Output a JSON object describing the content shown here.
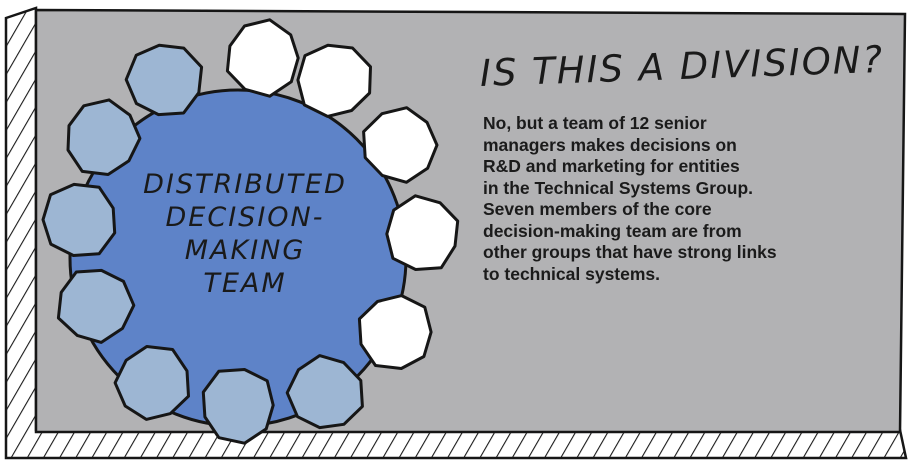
{
  "colors": {
    "panel_gray": "#b2b2b4",
    "frame_dark": "#161616",
    "big_circle": "#5e83c8",
    "member_blue": "#9db6d3",
    "member_white": "#ffffff"
  },
  "heading": "IS THIS A DIVISION?",
  "body": {
    "lines": [
      "No, but a team of 12 senior",
      "managers makes decisions on",
      "R&D and marketing for entities",
      "in the Technical Systems Group.",
      "Seven members of the core",
      "decision-making team are from",
      "other groups that have strong links",
      "to technical systems."
    ]
  },
  "diagram": {
    "center_label_lines": [
      "DISTRIBUTED",
      "DECISION-",
      "MAKING",
      "TEAM"
    ],
    "members": [
      {
        "fill": "member_white"
      },
      {
        "fill": "member_white"
      },
      {
        "fill": "member_white"
      },
      {
        "fill": "member_white"
      },
      {
        "fill": "member_white"
      },
      {
        "fill": "member_blue"
      },
      {
        "fill": "member_blue"
      },
      {
        "fill": "member_blue"
      },
      {
        "fill": "member_blue"
      },
      {
        "fill": "member_blue"
      },
      {
        "fill": "member_blue"
      },
      {
        "fill": "member_blue"
      }
    ]
  }
}
